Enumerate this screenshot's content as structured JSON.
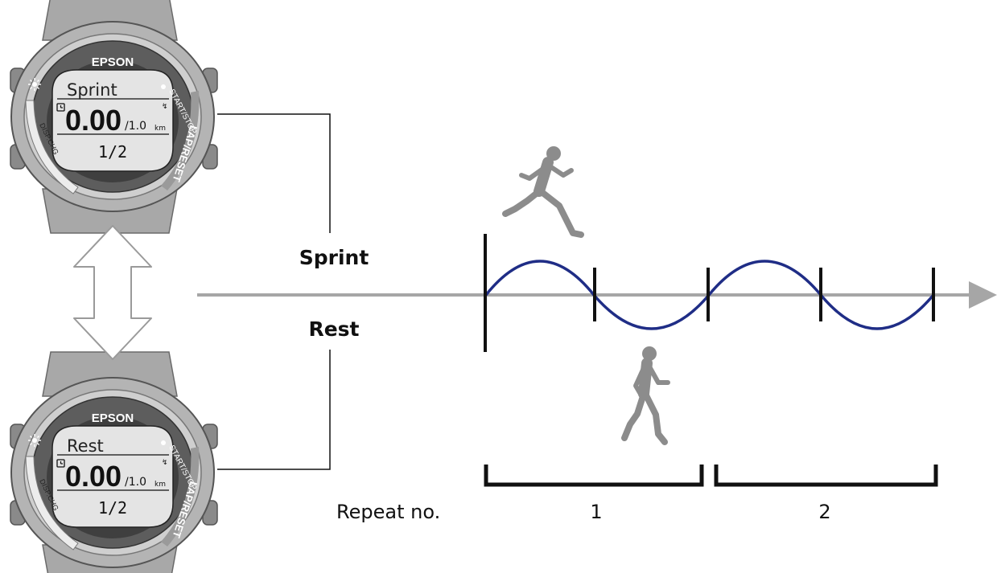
{
  "labels": {
    "sprint": "Sprint",
    "rest": "Rest",
    "repeat_no": "Repeat no.",
    "repeat_1": "1",
    "repeat_2": "2"
  },
  "watch_top": {
    "brand": "EPSON",
    "mode": "Sprint",
    "value": "0.00",
    "target": "/1.0",
    "unit": "km",
    "repeat": "1/2",
    "button_start_stop": "START/STOP",
    "button_lap_reset": "LAP/RESET",
    "button_disp_chg": "DISP.CHG"
  },
  "watch_bottom": {
    "brand": "EPSON",
    "mode": "Rest",
    "value": "0.00",
    "target": "/1.0",
    "unit": "km",
    "repeat": "1/2",
    "button_start_stop": "START/STOP",
    "button_lap_reset": "LAP/RESET",
    "button_disp_chg": "DISP.CHG"
  },
  "colors": {
    "wave": "#1f2d86",
    "axis": "#a6a6a6",
    "arrow_outline": "#9a9a9a",
    "figure": "#8c8c8c",
    "watch_body": "#b0b0b0",
    "watch_bezel": "#5e5e5e",
    "lcd": "#e4e4e4"
  },
  "icons": {
    "switch_arrow": "double-headed-arrow-icon",
    "sprinter": "sprinting-runner-icon",
    "jogger": "jogging-runner-icon",
    "backlight": "sun-icon",
    "clock": "clock-icon"
  }
}
